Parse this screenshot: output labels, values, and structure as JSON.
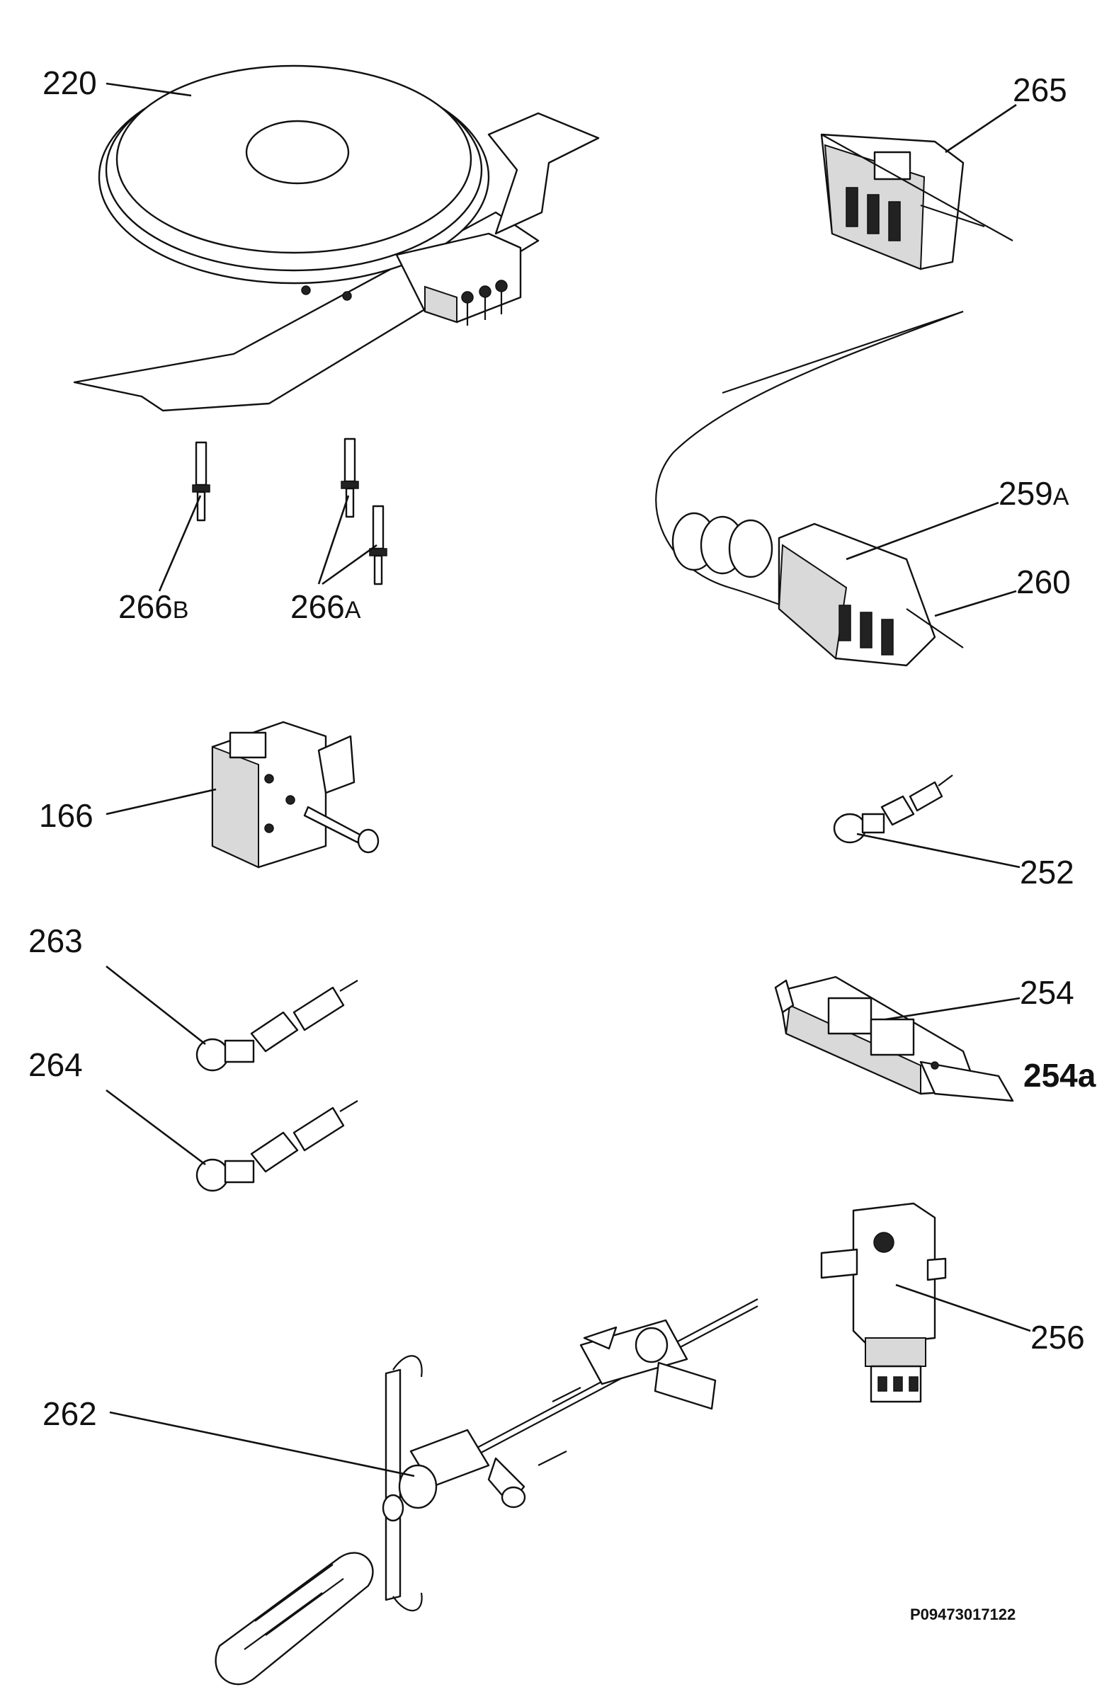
{
  "labels": {
    "hotplate": "220",
    "switch_265": "265",
    "switch_259a_num": "259",
    "switch_259a_suffix": "A",
    "switch_260": "260",
    "pin_266b_num": "266",
    "pin_266b_suffix": "B",
    "pin_266a_num": "266",
    "pin_266a_suffix": "A",
    "terminal_166": "166",
    "lamp_252": "252",
    "lamp_263": "263",
    "lamp_264": "264",
    "ignition_254": "254",
    "ignition_254a": "254a",
    "timer_256": "256",
    "spit_262": "262"
  },
  "reference_code": "P09473017122"
}
